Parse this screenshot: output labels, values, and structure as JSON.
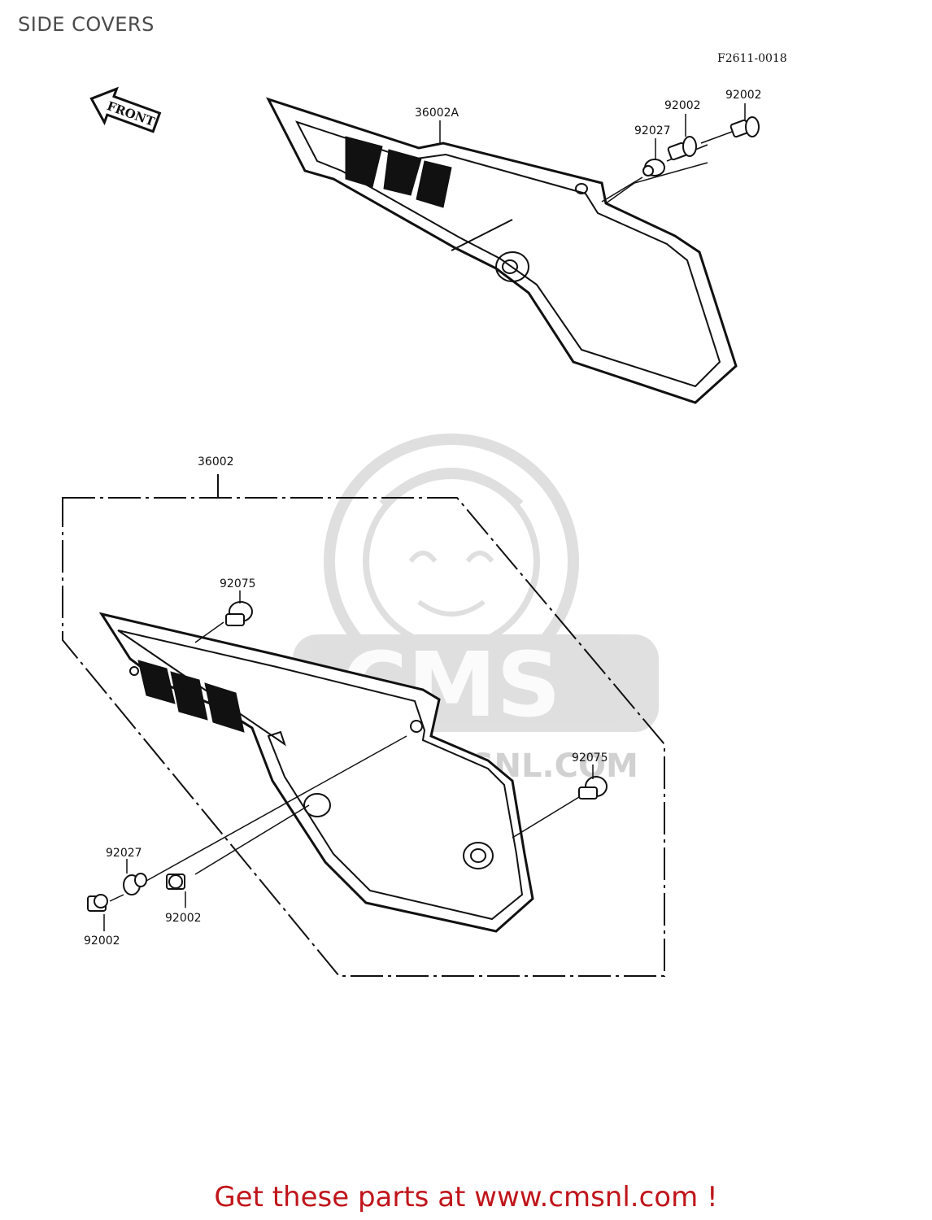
{
  "header": {
    "title": "SIDE COVERS",
    "ref_code": "F2611-0018"
  },
  "front_arrow": {
    "label": "FRONT"
  },
  "watermark": {
    "brand": "CMS",
    "url": "WWW.CMSNL.COM"
  },
  "parts": {
    "upper_cover": "36002A",
    "upper_bolt_a": "92002",
    "upper_bolt_b": "92002",
    "upper_grommet": "92027",
    "lower_assembly": "36002",
    "lower_damper_top": "92075",
    "lower_damper_right": "92075",
    "lower_grommet": "92027",
    "lower_bolt_a": "92002",
    "lower_bolt_b": "92002"
  },
  "footer": {
    "text": "Get these parts at www.cmsnl.com !"
  }
}
